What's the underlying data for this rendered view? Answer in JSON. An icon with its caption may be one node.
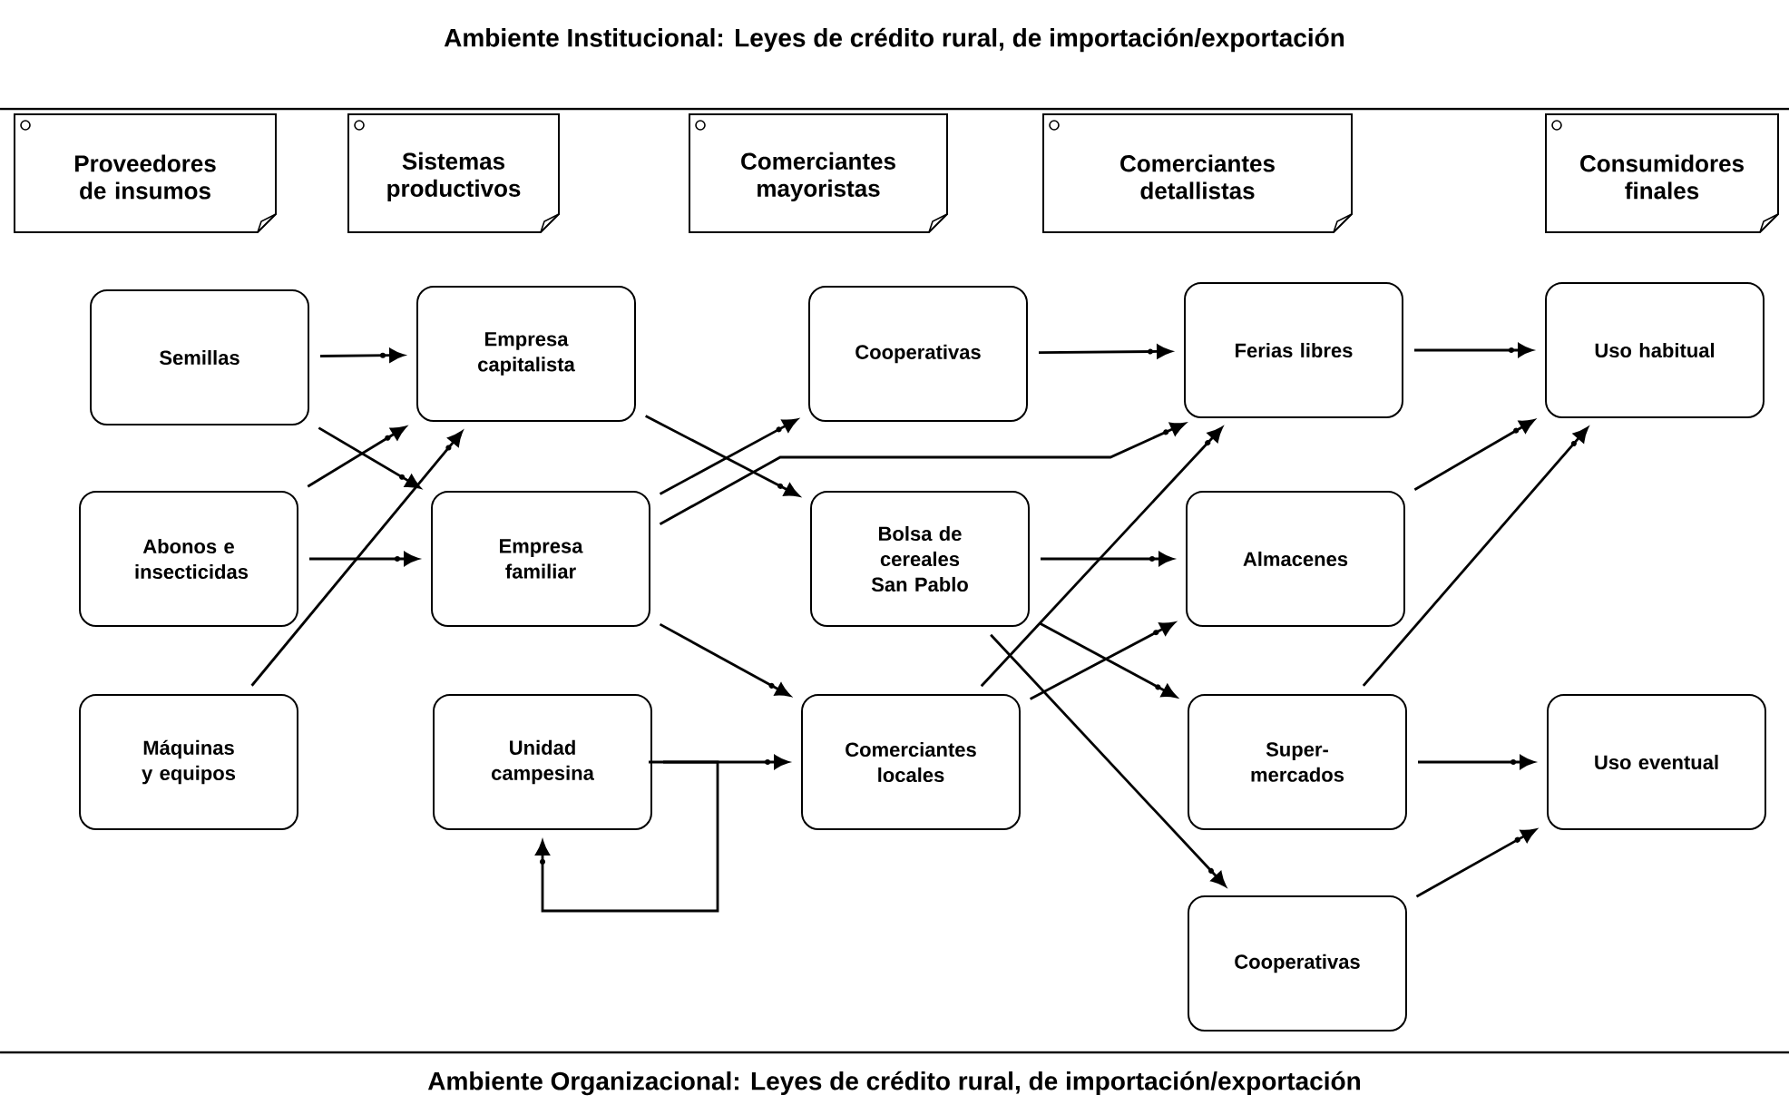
{
  "diagram": {
    "nodes": [
      {
        "text": [
          "Proveedores de insumos"
        ]
      },
      {
        "text": [
          "Sistemas productivos"
        ]
      },
      {
        "text": [
          "Comerciantes mayoristas"
        ]
      },
      {
        "text": [
          "Comerciantes detallistas"
        ]
      },
      {
        "text": [
          "Consumidores finales"
        ]
      },
      {
        "text": [
          "Semillas"
        ]
      },
      {
        "text": [
          "Empresa capitalista"
        ]
      },
      {
        "text": [
          "Cooperativas"
        ]
      },
      {
        "text": [
          "Ferias libres"
        ]
      },
      {
        "text": [
          "Uso habitual"
        ]
      },
      {
        "text": [
          "Abonos e insecticidas"
        ]
      },
      {
        "text": [
          "Empresa familiar"
        ]
      },
      {
        "text": [
          "Bolsa de cereales San Pablo"
        ]
      },
      {
        "text": [
          "Almacenes"
        ]
      },
      {
        "text": [
          "Máquinas y equipos"
        ]
      },
      {
        "text": [
          "Unidad campesina"
        ]
      },
      {
        "text": [
          "Comerciantes locales"
        ]
      },
      {
        "text": [
          "Super- mercados"
        ]
      },
      {
        "text": [
          "Uso eventual"
        ]
      },
      {
        "text": [
          "Cooperativas"
        ]
      }
    ],
    "edges": [
      {
        "from": 5,
        "to": 6,
        "arrow": "to"
      },
      {
        "from": 5,
        "to": 11,
        "arrow": "to"
      },
      {
        "from": 10,
        "to": 6,
        "arrow": "to"
      },
      {
        "from": 10,
        "to": 11,
        "arrow": "to"
      },
      {
        "from": 14,
        "to": 6,
        "arrow": "to"
      },
      {
        "from": 11,
        "to": 7,
        "arrow": "to"
      },
      {
        "from": 6,
        "to": 12,
        "arrow": "to"
      },
      {
        "from": 11,
        "to": 8,
        "arrow": "to"
      },
      {
        "from": 11,
        "to": 16,
        "arrow": "to"
      },
      {
        "from": 15,
        "to": 16,
        "arrow": "to"
      },
      {
        "from": 15,
        "to": 15,
        "arrow": "to"
      },
      {
        "from": 7,
        "to": 8,
        "arrow": "to"
      },
      {
        "from": 16,
        "to": 8,
        "arrow": "to"
      },
      {
        "from": 12,
        "to": 13,
        "arrow": "to"
      },
      {
        "from": 16,
        "to": 13,
        "arrow": "to"
      },
      {
        "from": 12,
        "to": 17,
        "arrow": "to"
      },
      {
        "from": 12,
        "to": 19,
        "arrow": "to"
      },
      {
        "from": 8,
        "to": 9,
        "arrow": "to"
      },
      {
        "from": 13,
        "to": 9,
        "arrow": "to"
      },
      {
        "from": 17,
        "to": 9,
        "arrow": "to"
      },
      {
        "from": 17,
        "to": 18,
        "arrow": "to"
      },
      {
        "from": 19,
        "to": 18,
        "arrow": "to"
      }
    ],
    "labels": [
      "Ambiente Institucional: Leyes de crédito rural, de importación/exportación",
      "Ambiente Organizacional: Leyes de crédito rural, de importación/exportación"
    ]
  }
}
